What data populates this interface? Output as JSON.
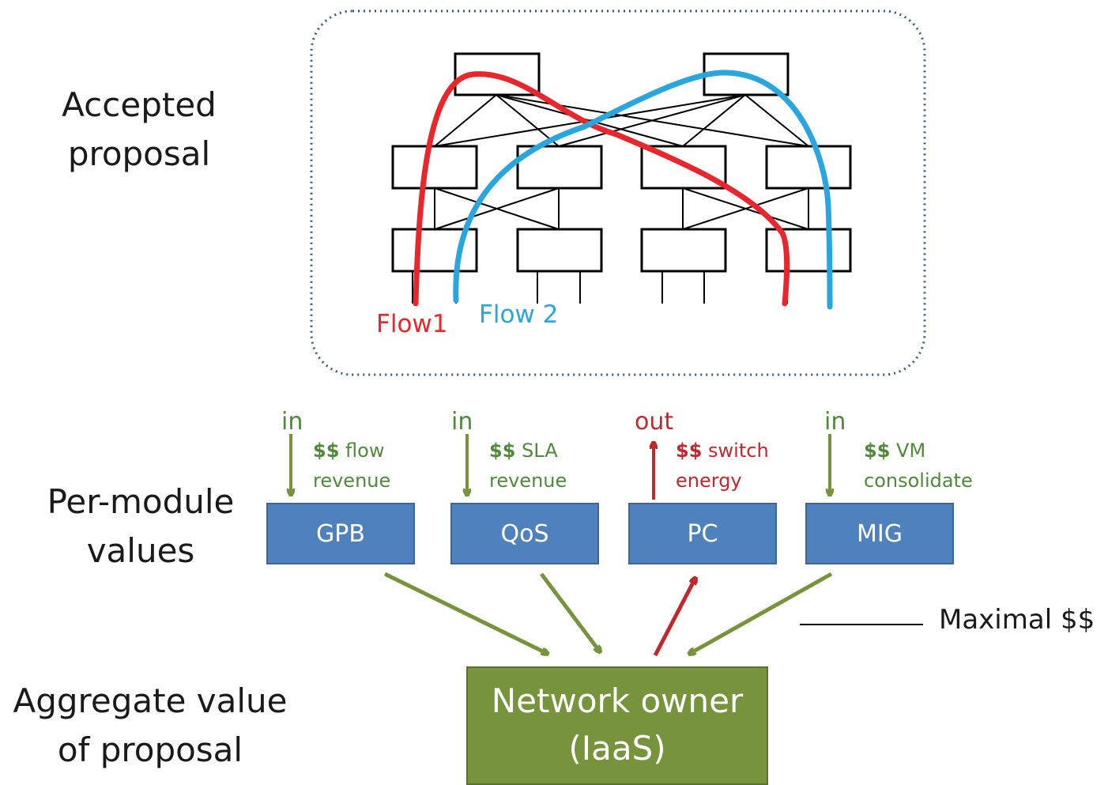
{
  "labels": {
    "accepted": [
      "Accepted",
      "proposal"
    ],
    "per_module": [
      "Per-module",
      "values"
    ],
    "aggregate": [
      "Aggregate value",
      "of proposal"
    ]
  },
  "flows": {
    "flow1": {
      "label": "Flow1",
      "color": "#e8262c"
    },
    "flow2": {
      "label": "Flow 2",
      "color": "#29a6de"
    }
  },
  "modules": [
    {
      "name": "GPB",
      "direction": "in",
      "value_bold": "$$",
      "value_text": [
        "flow",
        "revenue"
      ],
      "color": "#4f8a3a"
    },
    {
      "name": "QoS",
      "direction": "in",
      "value_bold": "$$",
      "value_text": [
        "SLA",
        "revenue"
      ],
      "color": "#4f8a3a"
    },
    {
      "name": "PC",
      "direction": "out",
      "value_bold": "$$",
      "value_text": [
        "switch",
        "energy"
      ],
      "color": "#c0282d"
    },
    {
      "name": "MIG",
      "direction": "in",
      "value_bold": "$$",
      "value_text": [
        "VM",
        "consolidate"
      ],
      "color": "#4f8a3a"
    }
  ],
  "owner": [
    "Network owner",
    "(IaaS)"
  ],
  "maximal": "Maximal $$",
  "colors": {
    "module_fill": "#4f81bd",
    "owner_fill": "#77933c",
    "in_arrow": "#77933c",
    "out_arrow": "#c0282d"
  }
}
